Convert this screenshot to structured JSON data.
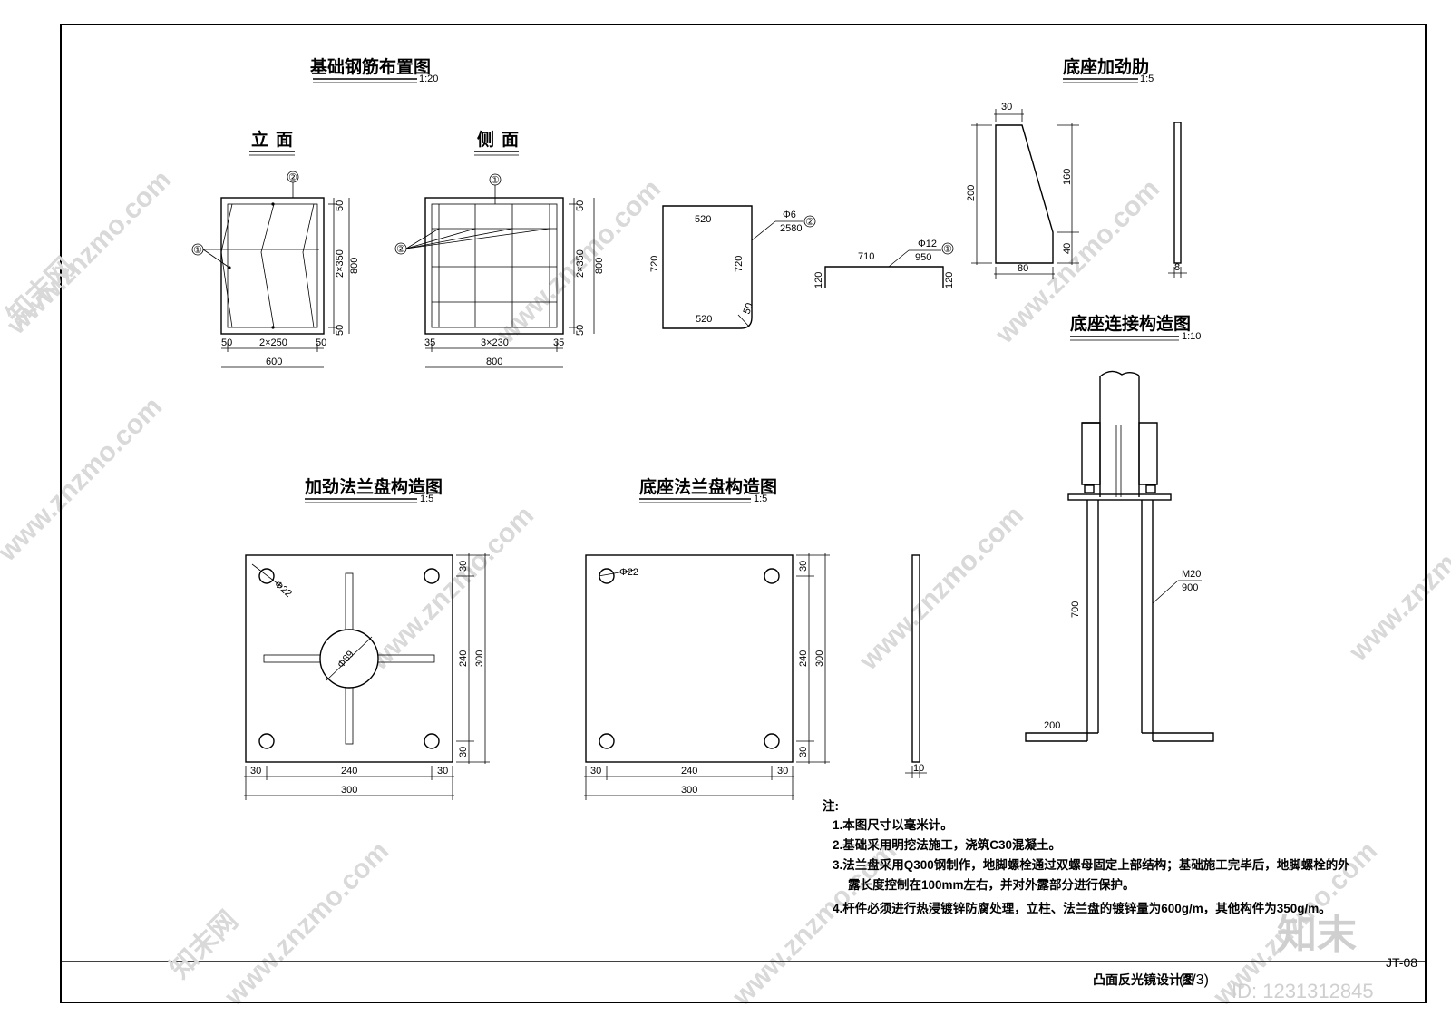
{
  "sheet": {
    "code": "JT-08",
    "title": "凸面反光镜设计图",
    "page": "(2/3)"
  },
  "views": {
    "rebar_layout": {
      "title": "基础钢筋布置图",
      "scale": "1:20"
    },
    "elevation": {
      "title": "立面"
    },
    "side": {
      "title": "侧面"
    },
    "stiffener": {
      "title": "底座加劲肋",
      "scale": "1:5"
    },
    "connection": {
      "title": "底座连接构造图",
      "scale": "1:10"
    },
    "stiff_flange": {
      "title": "加劲法兰盘构造图",
      "scale": "1:5"
    },
    "base_flange": {
      "title": "底座法兰盘构造图",
      "scale": "1:5"
    }
  },
  "markers": {
    "m1": "①",
    "m2": "②"
  },
  "elevation_dims": {
    "top": "50",
    "mid": "2×350",
    "bot": "50",
    "height": "800",
    "left": "50",
    "center": "2×250",
    "right": "50",
    "width": "600"
  },
  "side_dims": {
    "top": "50",
    "mid": "2×350",
    "bot": "50",
    "height": "800",
    "left": "35",
    "center": "3×230",
    "right": "35",
    "width": "800"
  },
  "stirrup": {
    "top": "520",
    "bottom": "520",
    "left": "720",
    "right": "720",
    "hook": "50",
    "dia": "Φ6",
    "len": "2580"
  },
  "bar1": {
    "len": "710",
    "leg_l": "120",
    "leg_r": "120",
    "dia": "Φ12",
    "total": "950"
  },
  "stiffener_dims": {
    "top": "30",
    "height": "200",
    "upper": "160",
    "lower": "40",
    "bottom": "80",
    "thk": "8"
  },
  "connection_dims": {
    "bolt": "M20",
    "bolt_len": "900",
    "depth": "700",
    "foot": "200"
  },
  "stiff_flange_dims": {
    "hole": "Φ22",
    "center": "Φ89",
    "v_top": "30",
    "v_mid": "240",
    "v_bot": "30",
    "v_total": "300",
    "h_left": "30",
    "h_mid": "240",
    "h_right": "30",
    "h_total": "300"
  },
  "base_flange_dims": {
    "hole": "Φ22",
    "v_top": "30",
    "v_mid": "240",
    "v_bot": "30",
    "v_total": "300",
    "h_left": "30",
    "h_mid": "240",
    "h_right": "30",
    "h_total": "300",
    "thk": "10"
  },
  "notes": {
    "heading": "注:",
    "lines": [
      "1.本图尺寸以毫米计。",
      "2.基础采用明挖法施工，浇筑C30混凝土。",
      "3.法兰盘采用Q300钢制作，地脚螺栓通过双螺母固定上部结构；基础施工完毕后，地脚螺栓的外",
      "露长度控制在100mm左右，并对外露部分进行保护。",
      "4.杆件必须进行热浸镀锌防腐处理，立柱、法兰盘的镀锌量为600g/m，其他构件为350g/m。"
    ]
  },
  "watermark": {
    "site": "www.znzmo.com",
    "brand": "知末网",
    "logo": "知末",
    "id": "ID: 1231312845"
  }
}
